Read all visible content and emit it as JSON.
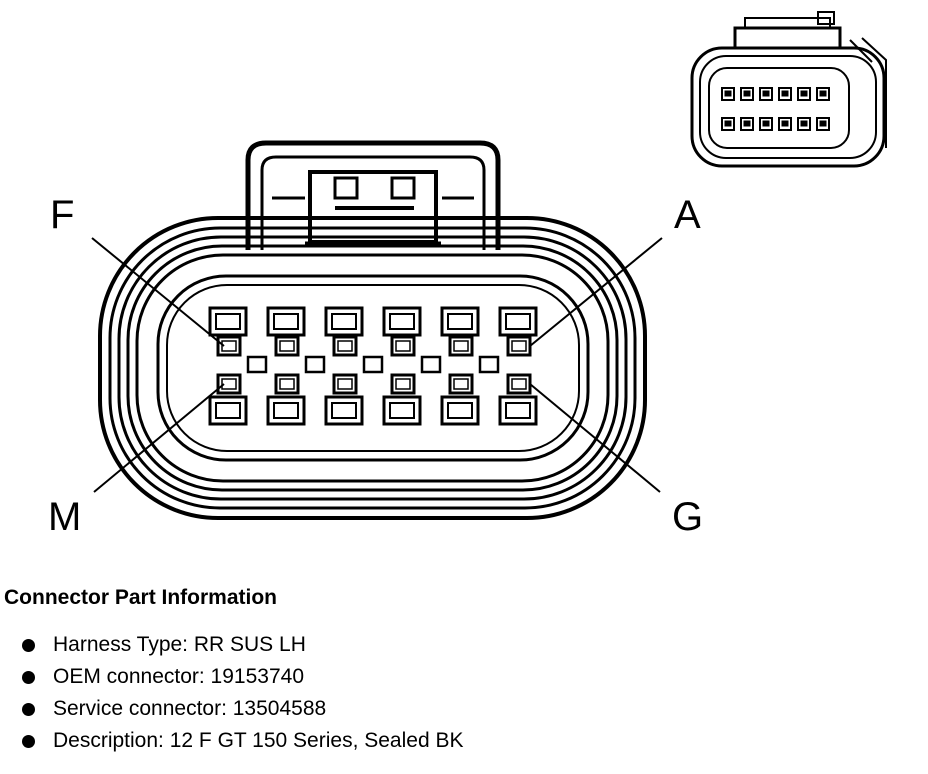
{
  "pin_labels": {
    "top_left": "F",
    "top_right": "A",
    "bottom_left": "M",
    "bottom_right": "G"
  },
  "connector_info": {
    "title": "Connector Part Information",
    "items": [
      "Harness Type: RR SUS LH",
      "OEM connector: 19153740",
      "Service connector: 13504588",
      "Description: 12 F GT 150 Series, Sealed BK"
    ]
  }
}
